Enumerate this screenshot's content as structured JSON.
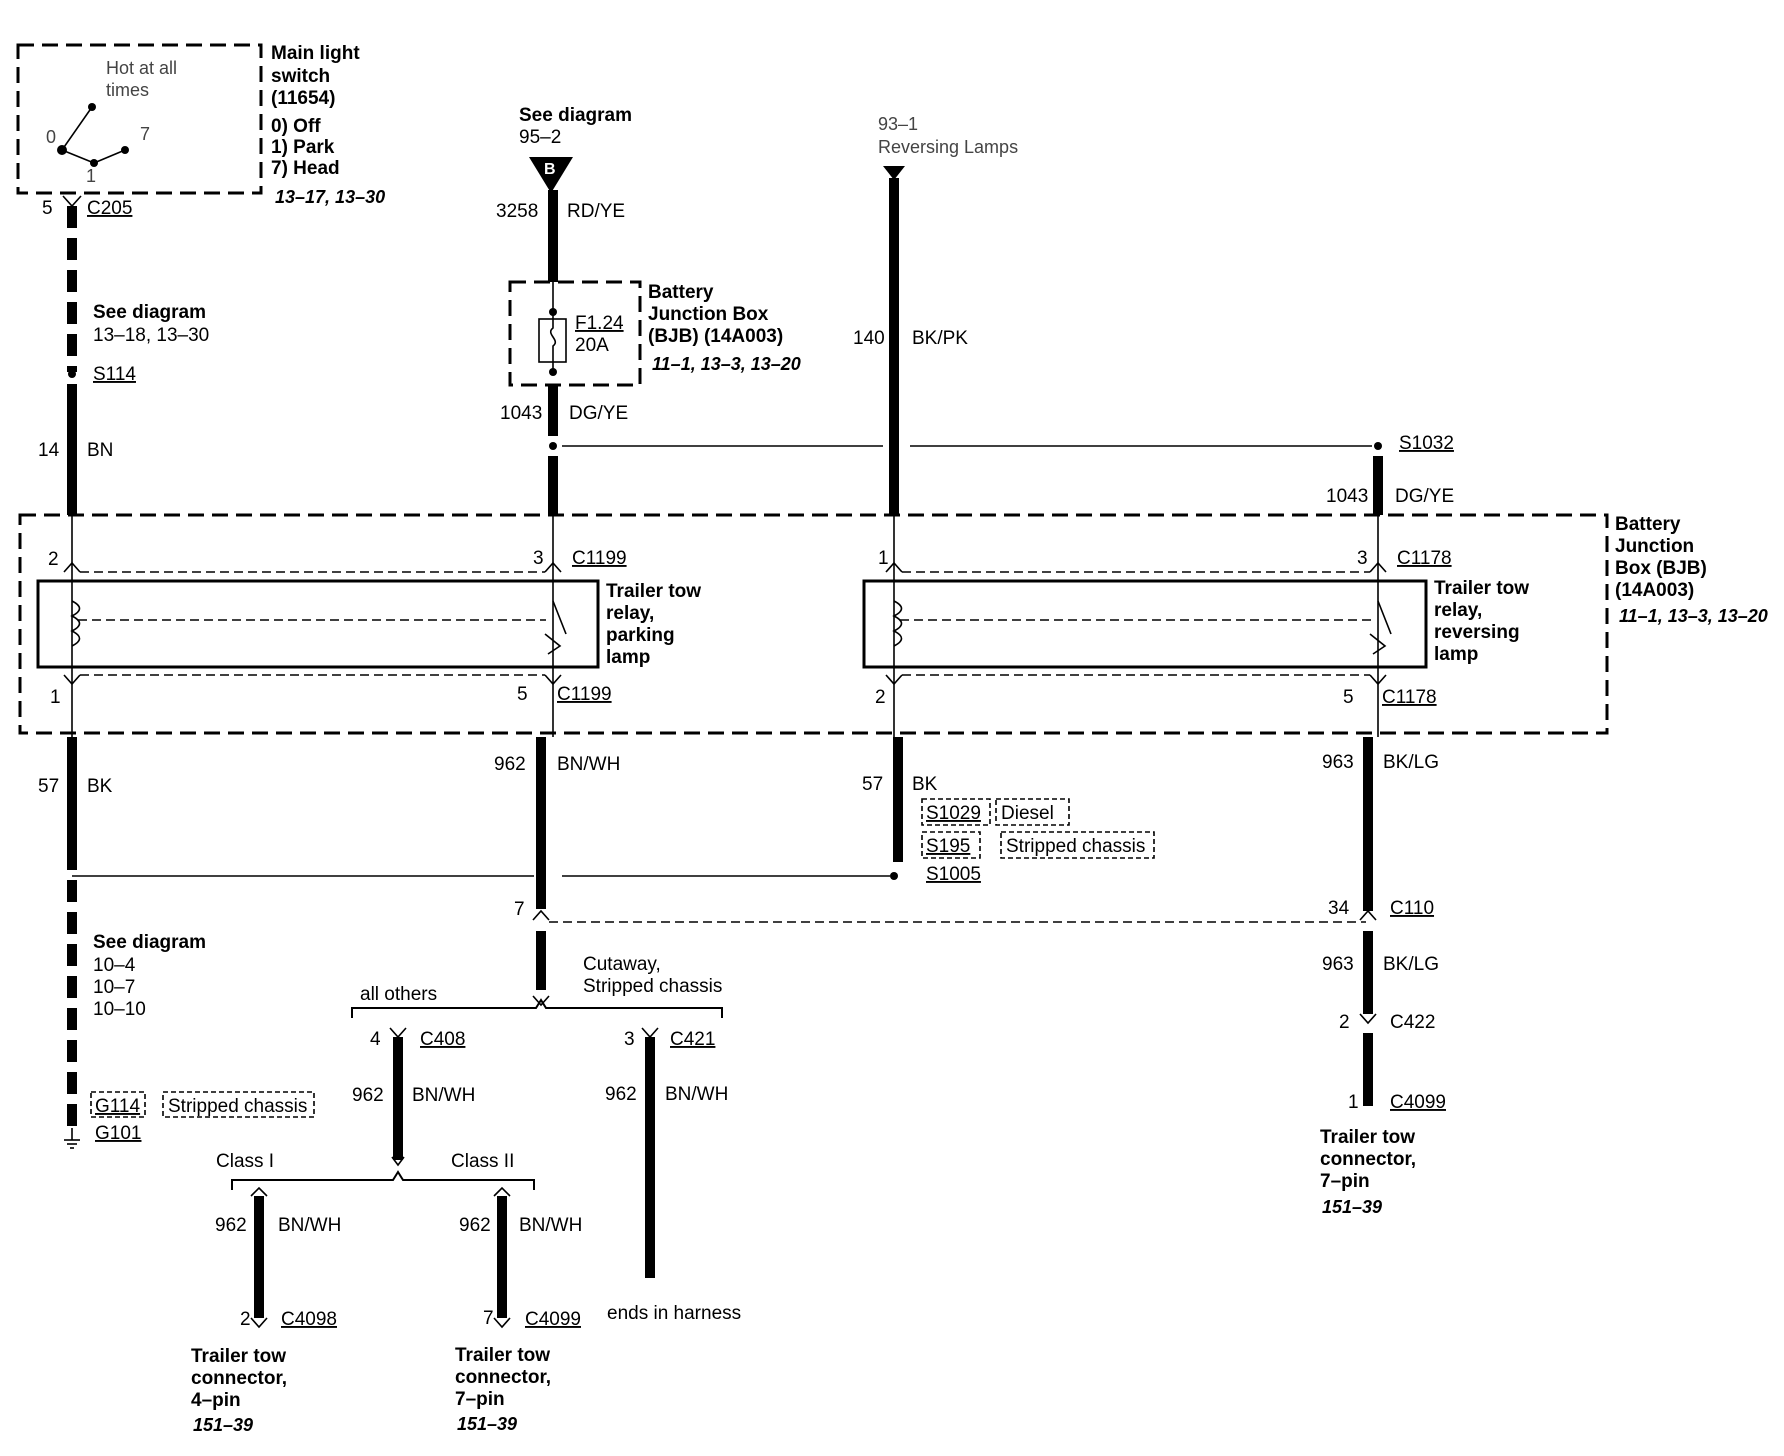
{
  "main_switch": {
    "hot_line1": "Hot at all",
    "hot_line2": "times",
    "pos0": "0",
    "pos1": "1",
    "pos7": "7",
    "title1": "Main light",
    "title2": "switch",
    "title3": "(11654)",
    "opt0": "0) Off",
    "opt1": "1) Park",
    "opt7": "7) Head",
    "ref": "13–17, 13–30",
    "pin": "5",
    "connector": "C205"
  },
  "left_wire": {
    "see1": "See diagram",
    "see1_ref": "13–18, 13–30",
    "splice": "S114",
    "circuit": "14",
    "color": "BN",
    "relay_in_pin": "2",
    "relay_out_pin": "1",
    "gnd_circuit": "57",
    "gnd_color": "BK",
    "see2": "See diagram",
    "see2_refs": [
      "10–4",
      "10–7",
      "10–10"
    ],
    "g114": "G114",
    "stripped": "Stripped chassis",
    "g101": "G101"
  },
  "feed": {
    "see": "See diagram",
    "see_ref": "95–2",
    "letter": "B",
    "circuit": "3258",
    "color": "RD/YE",
    "fuse": "F1.24",
    "fuse_rating": "20A",
    "bjb1": "Battery",
    "bjb2": "Junction Box",
    "bjb3": "(BJB) (14A003)",
    "bjb_ref": "11–1, 13–3, 13–20",
    "out_circuit": "1043",
    "out_color": "DG/YE"
  },
  "reverse": {
    "ref": "93–1",
    "name": "Reversing Lamps",
    "circuit": "140",
    "color": "BK/PK"
  },
  "s1032": {
    "splice": "S1032",
    "circuit": "1043",
    "color": "DG/YE"
  },
  "bjb_right": {
    "l1": "Battery",
    "l2": "Junction",
    "l3": "Box (BJB)",
    "l4": "(14A003)",
    "ref": "11–1, 13–3, 13–20"
  },
  "relay_park": {
    "pin_in": "3",
    "conn_in": "C1199",
    "l1": "Trailer tow",
    "l2": "relay,",
    "l3": "parking",
    "l4": "lamp",
    "pin_out": "5",
    "conn_out": "C1199"
  },
  "relay_rev": {
    "coil_in": "1",
    "pin_in": "3",
    "conn_in": "C1178",
    "l1": "Trailer tow",
    "l2": "relay,",
    "l3": "reversing",
    "l4": "lamp",
    "coil_out": "2",
    "pin_out": "5",
    "conn_out": "C1178"
  },
  "park_out": {
    "circuit": "962",
    "color": "BN/WH",
    "c110_pin": "7",
    "cutaway1": "Cutaway,",
    "cutaway2": "Stripped chassis",
    "all_others": "all others",
    "c408_pin": "4",
    "c408": "C408",
    "c421_pin": "3",
    "c421": "C421",
    "b1_circuit": "962",
    "b1_color": "BN/WH",
    "b2_circuit": "962",
    "b2_color": "BN/WH",
    "class1": "Class I",
    "class2": "Class II",
    "c1_circuit": "962",
    "c1_color": "BN/WH",
    "c2_circuit": "962",
    "c2_color": "BN/WH",
    "c4098_pin": "2",
    "c4098": "C4098",
    "c4099_pin": "7",
    "c4099": "C4099",
    "ends": "ends in harness",
    "t4_1": "Trailer tow",
    "t4_2": "connector,",
    "t4_3": "4–pin",
    "t4_ref": "151–39",
    "t7_1": "Trailer tow",
    "t7_2": "connector,",
    "t7_3": "7–pin",
    "t7_ref": "151–39"
  },
  "rev_gnd": {
    "circuit": "57",
    "color": "BK",
    "s1029": "S1029",
    "diesel": "Diesel",
    "s195": "S195",
    "stripped": "Stripped chassis",
    "s1005": "S1005"
  },
  "rev_out": {
    "circuit": "963",
    "color": "BK/LG",
    "c110_pin": "34",
    "c110": "C110",
    "circuit2": "963",
    "color2": "BK/LG",
    "c422_pin": "2",
    "c422": "C422",
    "c4099_pin": "1",
    "c4099": "C4099",
    "t1": "Trailer tow",
    "t2": "connector,",
    "t3": "7–pin",
    "ref": "151–39"
  }
}
